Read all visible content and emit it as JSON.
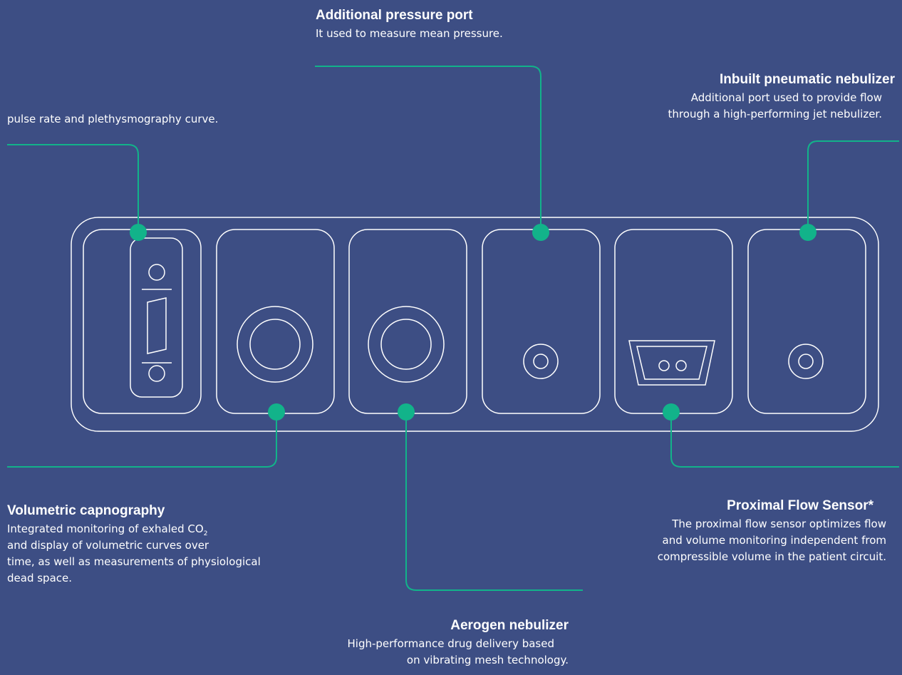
{
  "colors": {
    "background": "#3d4e84",
    "outline": "#ffffff",
    "accent": "#12b38a",
    "text": "#ffffff"
  },
  "callouts": {
    "pressure_port": {
      "title": "Additional pressure port",
      "desc": "It used to measure mean pressure."
    },
    "pulse": {
      "desc": "pulse rate and plethysmography curve."
    },
    "pneumatic": {
      "title": "Inbuilt pneumatic nebulizer",
      "desc_1": "Additional port used to provide flow",
      "desc_2": "through a high-performing jet nebulizer."
    },
    "capnography": {
      "title": "Volumetric capnography",
      "desc_1a": "Integrated monitoring of exhaled CO",
      "desc_1_sub": "2",
      "desc_2": "and display of volumetric curves over",
      "desc_3": "time, as well as measurements of physiological",
      "desc_4": "dead space."
    },
    "flow_sensor": {
      "title": "Proximal Flow Sensor*",
      "desc_1": "The proximal flow sensor optimizes flow",
      "desc_2": "and volume monitoring independent from",
      "desc_3": "compressible volume in the patient circuit."
    },
    "aerogen": {
      "title": "Aerogen nebulizer",
      "desc_1": "High-performance drug delivery based",
      "desc_2": "on vibrating mesh technology."
    }
  }
}
